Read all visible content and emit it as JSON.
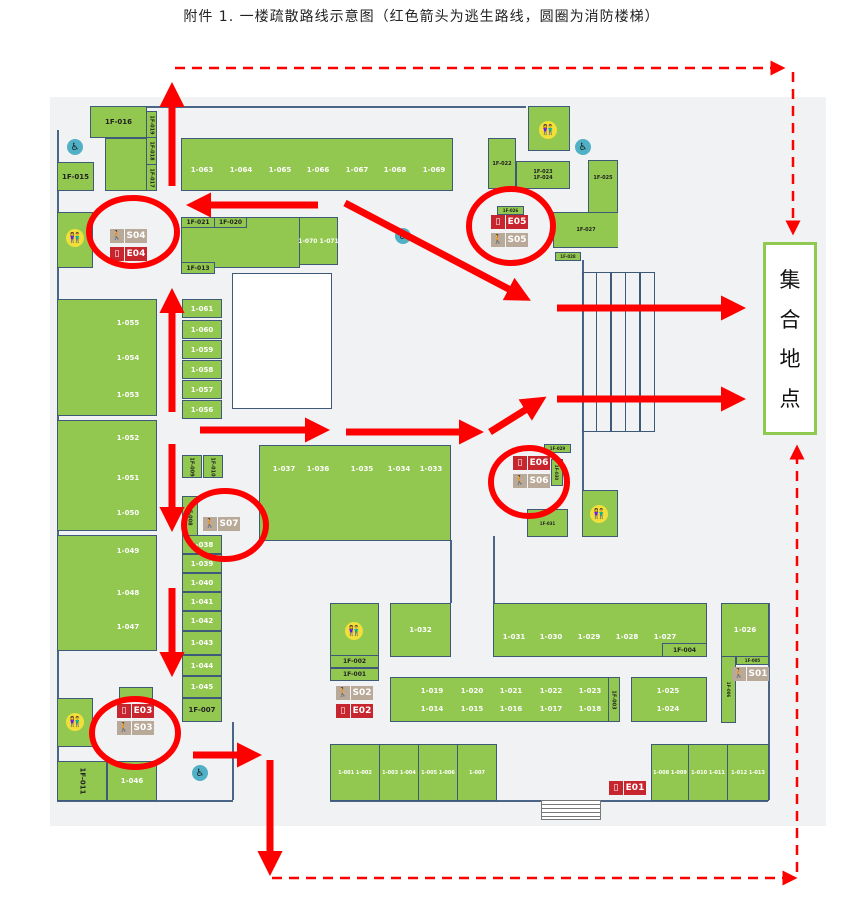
{
  "title": "附件 1. 一楼疏散路线示意图（红色箭头为逃生路线，圆圈为消防楼梯）",
  "assembly": [
    "集",
    "合",
    "地",
    "点"
  ],
  "rooms": {
    "f016": "1F-016",
    "f019": "1F-019",
    "f018": "1F-018",
    "f017": "1F-017",
    "f015": "1F-015",
    "r063": "1-063",
    "r064": "1-064",
    "r065": "1-065",
    "r066": "1-066",
    "r067": "1-067",
    "r068": "1-068",
    "r069": "1-069",
    "f021": "1F-021",
    "f020": "1F-020",
    "f013": "1F-013",
    "r070": "1-070 1-071",
    "r055": "1-055",
    "r054": "1-054",
    "r053": "1-053",
    "r061": "1-061",
    "r060": "1-060",
    "r059": "1-059",
    "r058": "1-058",
    "r057": "1-057",
    "r056": "1-056",
    "r052": "1-052",
    "r051": "1-051",
    "r050": "1-050",
    "f009": "1F-009",
    "f010": "1F-010",
    "f008": "1F-008",
    "r037": "1-037",
    "r036": "1-036",
    "r035": "1-035",
    "r034": "1-034",
    "r033": "1-033",
    "r049": "1-049",
    "r048": "1-048",
    "r047": "1-047",
    "r038": "1-038",
    "r039": "1-039",
    "r040": "1-040",
    "r041": "1-041",
    "r042": "1-042",
    "r043": "1-043",
    "r044": "1-044",
    "r045": "1-045",
    "f007": "1F-007",
    "f011": "1F-011",
    "r046": "1-046",
    "f002": "1F-002",
    "f001": "1F-001",
    "r032": "1-032",
    "r031": "1-031",
    "r030": "1-030",
    "r029": "1-029",
    "r028": "1-028",
    "r027": "1-027",
    "f004": "1F-004",
    "r026": "1-026",
    "f005": "1F-005",
    "f006": "1F-006",
    "r019": "1-019",
    "r020": "1-020",
    "r021": "1-021",
    "r022": "1-022",
    "r023": "1-023",
    "r014": "1-014",
    "r015": "1-015",
    "r016": "1-016",
    "r017": "1-017",
    "r018": "1-018",
    "f003": "1F-003",
    "r025": "1-025",
    "r024": "1-024",
    "r001": "1-001  1-002",
    "r003": "1-003  1-004",
    "r005": "1-005 1-006",
    "r007": "1-007",
    "r008": "1-008 1-009",
    "r010": "1-010  1-011",
    "r012": "1-012  1-013",
    "f022": "1F-022",
    "f023": "1F-023",
    "f024": "1F-024",
    "f025": "1F-025",
    "f026": "1F-026",
    "f027": "1F-027",
    "f028": "1F-028",
    "f029": "1F-029",
    "f030": "1F-030",
    "f031": "1F-031"
  },
  "signs": {
    "E01": "E01",
    "E02": "E02",
    "E03": "E03",
    "E04": "E04",
    "E05": "E05",
    "E06": "E06",
    "S01": "S01",
    "S02": "S02",
    "S03": "S03",
    "S04": "S04",
    "S05": "S05",
    "S06": "S06",
    "S07": "S07"
  },
  "colors": {
    "room": "#92c84f",
    "route": "#ff0000",
    "exit_sign": "#c8262e",
    "stair_sign": "#b9a999",
    "assembly_border": "#8fc94f"
  }
}
